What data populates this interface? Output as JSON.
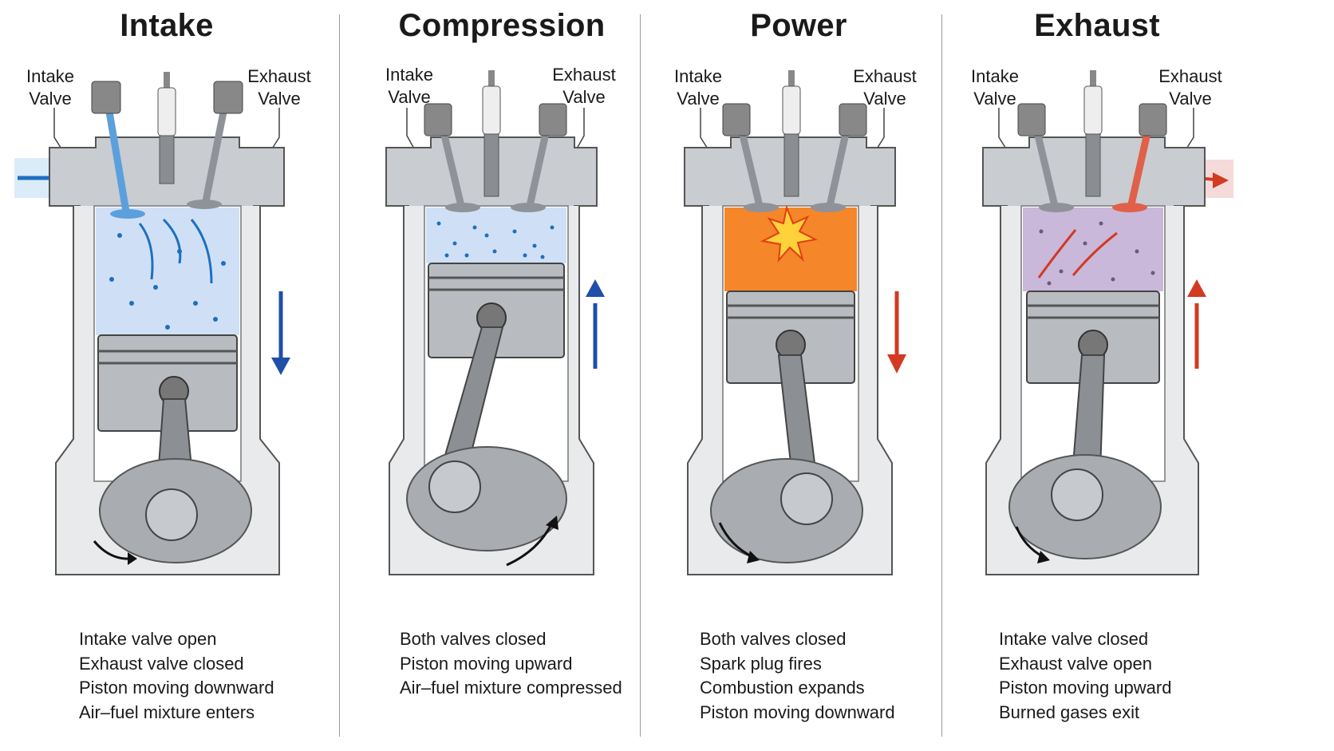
{
  "colors": {
    "intake_blue": "#1f6fc0",
    "power_red": "#d23a22",
    "mixture_blue": "#cfe0f6",
    "combustion_orange": "#f5862a",
    "exhaust_purple": "#c9b8da",
    "metal_gray": "#9a9ea3"
  },
  "strokes": [
    {
      "title": "Intake",
      "intake_label": "Intake\nValve",
      "exhaust_label": "Exhaust\nValve",
      "piston_direction": "down",
      "notes": [
        "Intake valve open",
        "Exhaust valve closed",
        "Piston moving downward",
        "Air–fuel mixture enters"
      ]
    },
    {
      "title": "Compression",
      "intake_label": "Intake\nValve",
      "exhaust_label": "Exhaust\nValve",
      "piston_direction": "up",
      "notes": [
        "Both valves closed",
        "Piston moving upward",
        "Air–fuel mixture compressed"
      ]
    },
    {
      "title": "Power",
      "intake_label": "Intake\nValve",
      "exhaust_label": "Exhaust\nValve",
      "piston_direction": "down",
      "notes": [
        "Both valves closed",
        "Spark plug fires",
        "Combustion expands",
        "Piston moving downward"
      ]
    },
    {
      "title": "Exhaust",
      "intake_label": "Intake\nValve",
      "exhaust_label": "Exhaust\nValve",
      "piston_direction": "up",
      "notes": [
        "Intake valve closed",
        "Exhaust valve open",
        "Piston moving upward",
        "Burned gases exit"
      ]
    }
  ]
}
